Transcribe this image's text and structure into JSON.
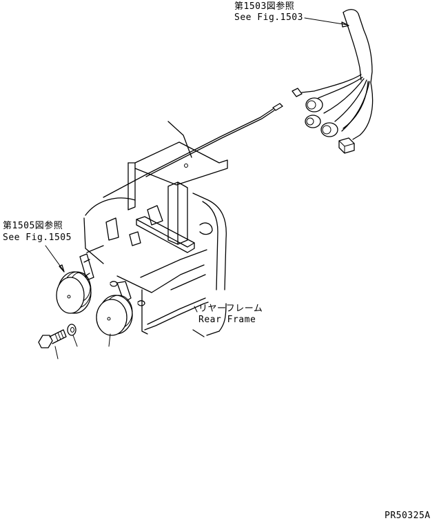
{
  "labels": {
    "wiring_ref_jp": "第1503図参照",
    "wiring_ref_en": "See Fig.1503",
    "horn_ref_jp": "第1505図参照",
    "horn_ref_en": "See Fig.1505",
    "frame_jp": "リヤーフレーム",
    "frame_en": "Rear Frame",
    "drawing_code": "PR50325A"
  },
  "colors": {
    "line": "#000000",
    "background": "#ffffff"
  }
}
